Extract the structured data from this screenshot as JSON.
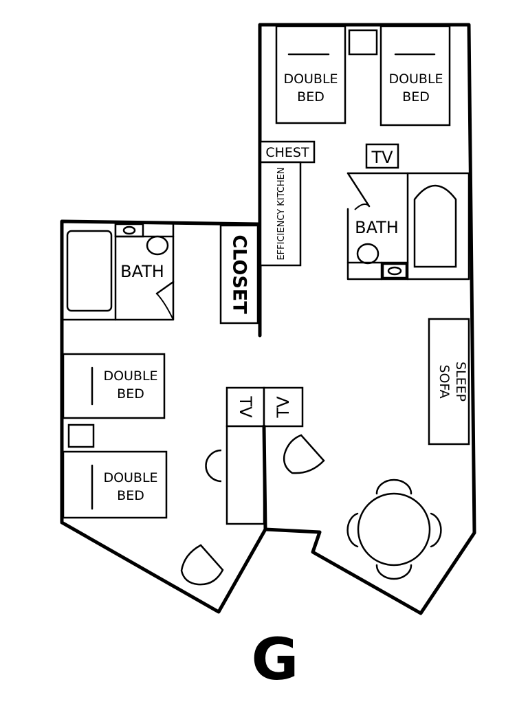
{
  "unit_label": "G",
  "rooms": {
    "bed_upper_left": "DOUBLE BED",
    "bed_upper_right": "DOUBLE BED",
    "bed_lower_top": "DOUBLE BED",
    "bed_lower_bottom": "DOUBLE BED",
    "chest": "CHEST",
    "tv_upper": "TV",
    "tv_left": "TV",
    "tv_right": "TV",
    "kitchen": "EFFICIENCY KITCHEN",
    "bath_right": "BATH",
    "bath_left": "BATH",
    "closet": "CLOSET",
    "sofa_line1": "SLEEP",
    "sofa_line2": "SOFA"
  }
}
